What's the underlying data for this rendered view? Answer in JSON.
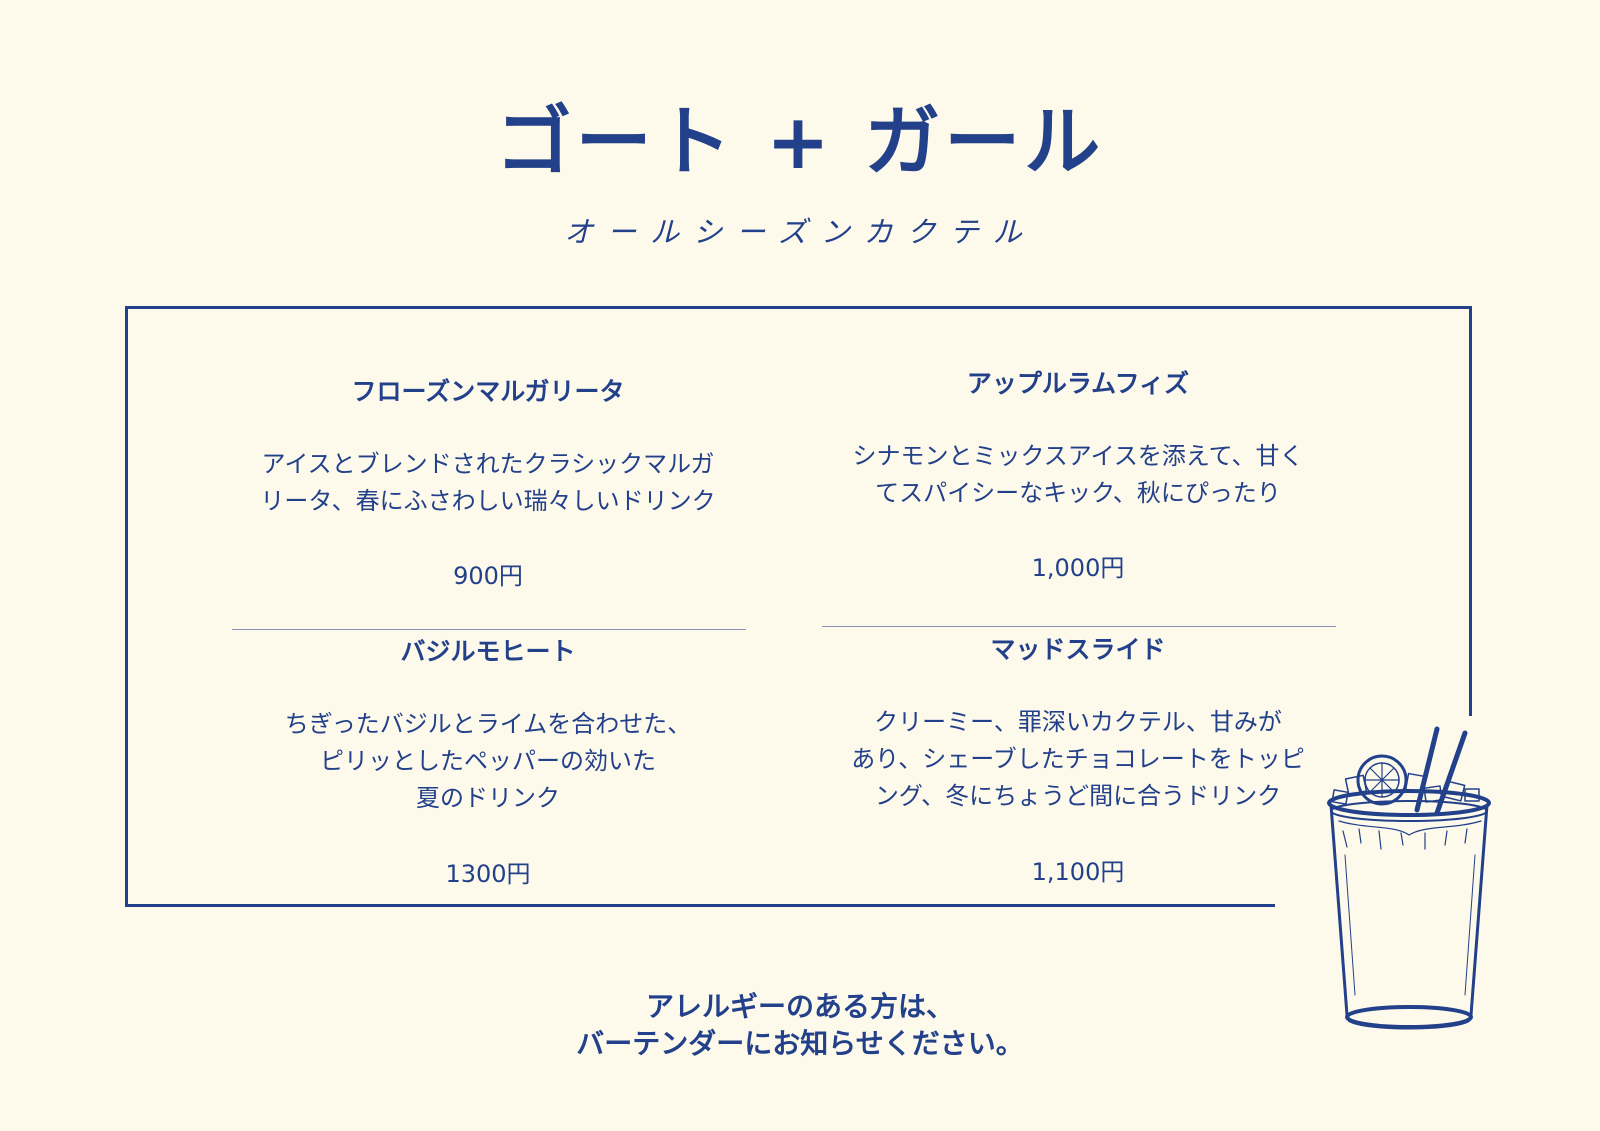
{
  "header": {
    "title": "ゴート + ガール",
    "subtitle": "オールシーズンカクテル"
  },
  "menu": {
    "items": [
      {
        "name": "フローズンマルガリータ",
        "description": "アイスとブレンドされたクラシックマルガ\nリータ、春にふさわしい瑞々しいドリンク",
        "price": "900円"
      },
      {
        "name": "アップルラムフィズ",
        "description": "シナモンとミックスアイスを添えて、甘く\nてスパイシーなキック、秋にぴったり",
        "price": "1,000円"
      },
      {
        "name": "バジルモヒート",
        "description": "ちぎったバジルとライムを合わせた、\nピリッとしたペッパーの効いた\n夏のドリンク",
        "price": "1300円"
      },
      {
        "name": "マッドスライド",
        "description": "クリーミー、罪深いカクテル、甘みが\nあり、シェーブしたチョコレートをトッピ\nング、冬にちょうど間に合うドリンク",
        "price": "1,100円"
      }
    ]
  },
  "footer": {
    "notice": "アレルギーのある方は、\nバーテンダーにお知らせください。"
  },
  "decor": {
    "glass": "cocktail-glass-illustration"
  },
  "colors": {
    "background": "#fdfaec",
    "ink": "#23408a"
  }
}
